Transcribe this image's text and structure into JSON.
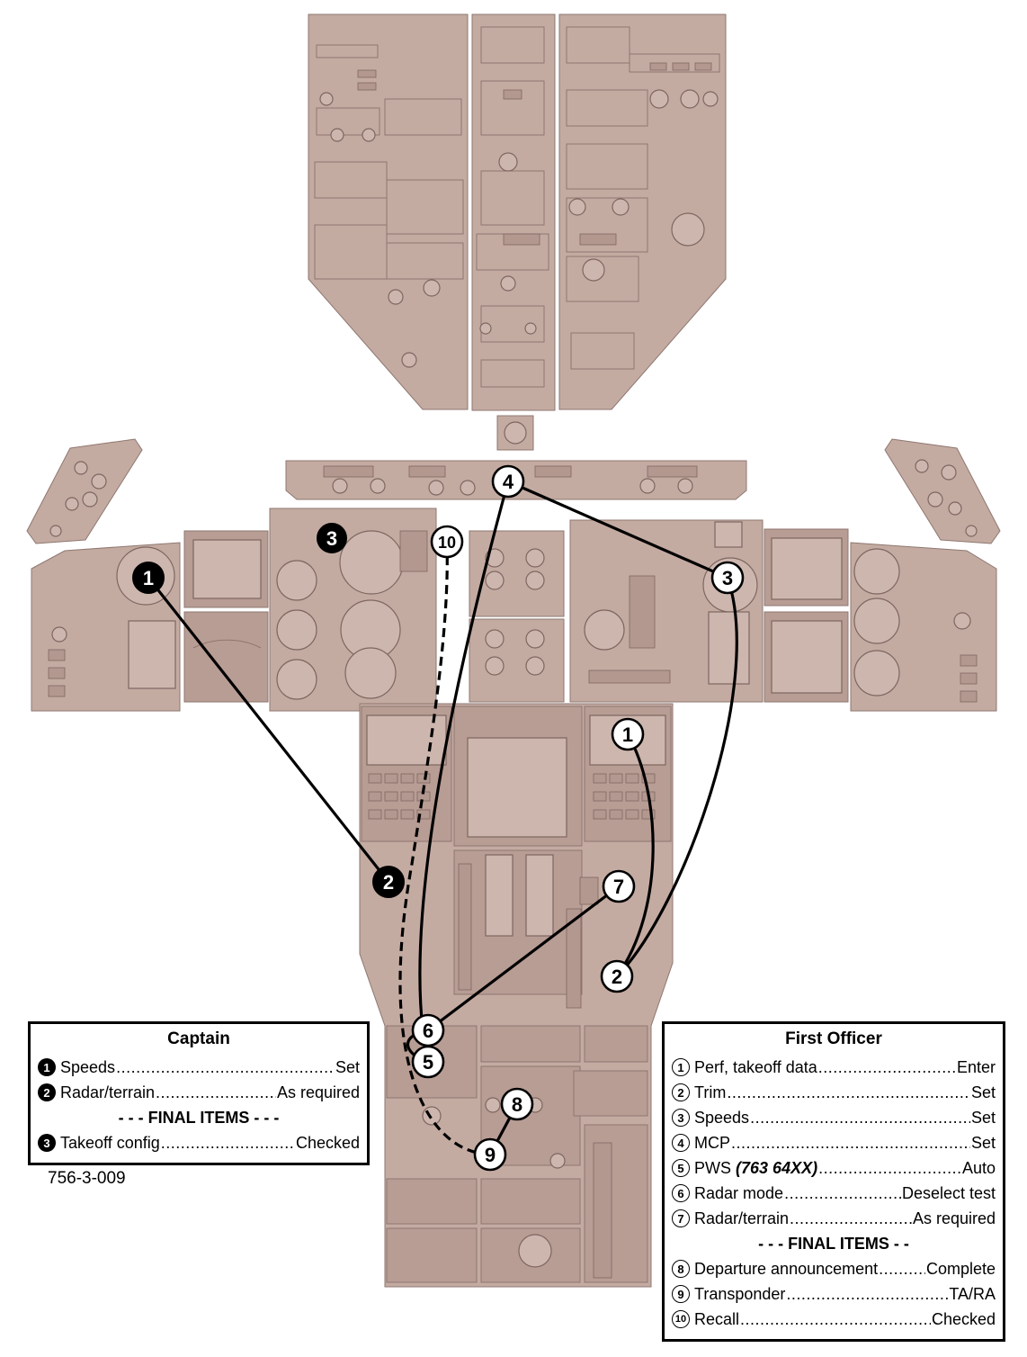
{
  "figure_id": "756-3-009",
  "captain": {
    "title": "Captain",
    "items": [
      {
        "num": "1",
        "label": "Speeds",
        "value": "Set"
      },
      {
        "num": "2",
        "label": "Radar/terrain",
        "value": "As required"
      }
    ],
    "final_header": "- - - FINAL ITEMS - - -",
    "final_items": [
      {
        "num": "3",
        "label": "Takeoff config",
        "value": "Checked"
      }
    ]
  },
  "first_officer": {
    "title": "First Officer",
    "items": [
      {
        "num": "1",
        "label": "Perf, takeoff data",
        "value": "Enter"
      },
      {
        "num": "2",
        "label": "Trim",
        "value": "Set"
      },
      {
        "num": "3",
        "label": "Speeds",
        "value": "Set"
      },
      {
        "num": "4",
        "label": "MCP",
        "value": "Set"
      },
      {
        "num": "5",
        "label": "PWS",
        "emphasis": "(763 64XX)",
        "value": "Auto"
      },
      {
        "num": "6",
        "label": "Radar mode",
        "value": "Deselect test"
      },
      {
        "num": "7",
        "label": "Radar/terrain",
        "value": "As required"
      }
    ],
    "final_header": "- - - FINAL ITEMS - -",
    "final_items": [
      {
        "num": "8",
        "label": "Departure announcement",
        "value": "Complete"
      },
      {
        "num": "9",
        "label": "Transponder",
        "value": "TA/RA"
      },
      {
        "num": "10",
        "label": "Recall",
        "value": "Checked"
      }
    ]
  },
  "diagram_markers": {
    "captain": [
      "1",
      "2",
      "3"
    ],
    "first_officer": [
      "1",
      "2",
      "3",
      "4",
      "5",
      "6",
      "7",
      "8",
      "9",
      "10"
    ]
  },
  "colors": {
    "panel": "#c4aba2",
    "panel_outline": "#8e7770",
    "route_line": "#000000"
  }
}
